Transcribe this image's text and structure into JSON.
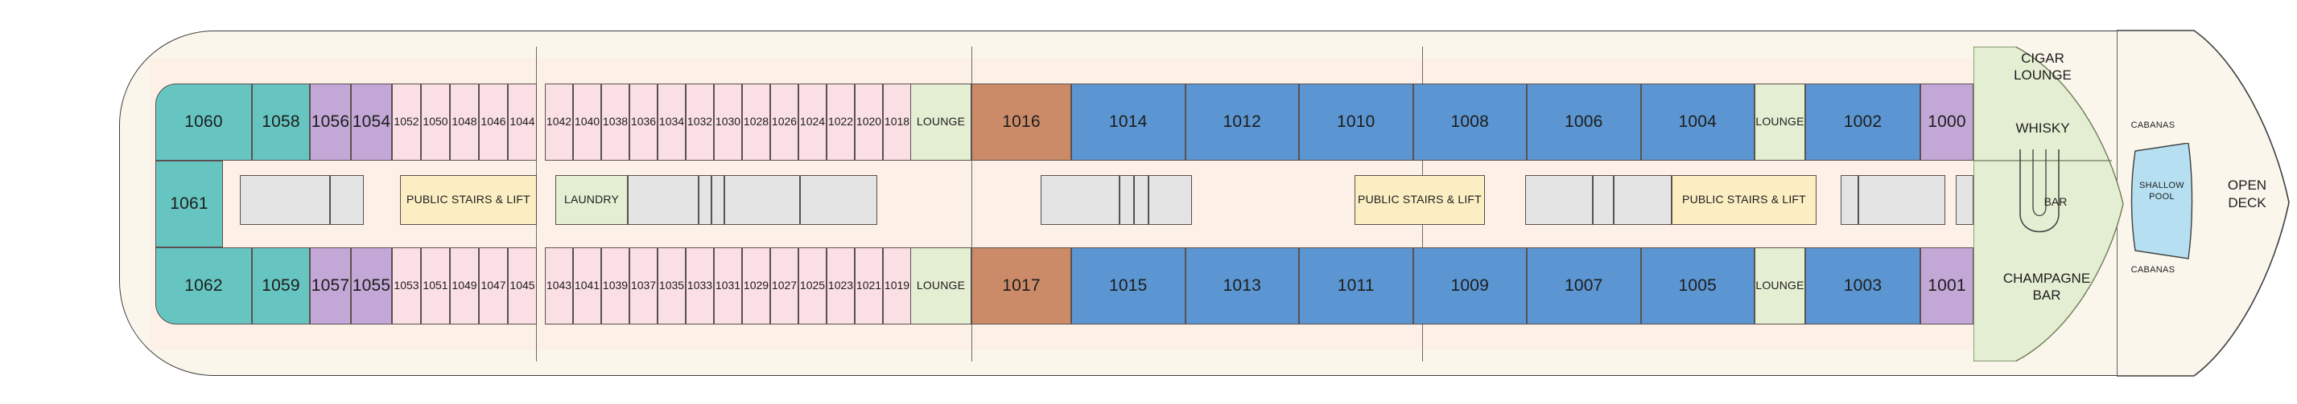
{
  "meta": {
    "title": "Deck Plan - Deck 10",
    "colors": {
      "teal": "#66c5c0",
      "purple": "#c3a8d7",
      "pink": "#fadfe4",
      "blue": "#5b96d2",
      "orange": "#cb8b68",
      "green": "#e4eed3",
      "yellow": "#fbeec2",
      "grey": "#e4e4e4",
      "hull": "#faf6ec",
      "corridor": "#fdf0e6",
      "pool": "#b6e0f2",
      "outline": "#5a5150"
    }
  },
  "port_row": {
    "suites_teal": [
      "1060",
      "1058"
    ],
    "cabins_purple": [
      "1056",
      "1054"
    ],
    "cabins_pink_a": [
      "1052",
      "1050",
      "1048",
      "1046",
      "1044"
    ],
    "cabins_pink_b": [
      "1042",
      "1040",
      "1038",
      "1036",
      "1034",
      "1032",
      "1030",
      "1028",
      "1026",
      "1024",
      "1022",
      "1020",
      "1018"
    ],
    "lounge": "LOUNGE",
    "cabin_orange": "1016",
    "cabins_blue": [
      "1014",
      "1012",
      "1010",
      "1008",
      "1006",
      "1004"
    ],
    "lounge_fwd": "LOUNGE",
    "cabin_blue_fwd": "1002",
    "cabin_purple_fwd": "1000"
  },
  "starboard_row": {
    "suites_teal": [
      "1062",
      "1059"
    ],
    "cabins_purple": [
      "1057",
      "1055"
    ],
    "cabins_pink_a": [
      "1053",
      "1051",
      "1049",
      "1047",
      "1045"
    ],
    "cabins_pink_b": [
      "1043",
      "1041",
      "1039",
      "1037",
      "1035",
      "1033",
      "1031",
      "1029",
      "1027",
      "1025",
      "1023",
      "1021",
      "1019"
    ],
    "lounge": "LOUNGE",
    "cabin_orange": "1017",
    "cabins_blue": [
      "1015",
      "1013",
      "1011",
      "1009",
      "1007",
      "1005"
    ],
    "lounge_fwd": "LOUNGE",
    "cabin_blue_fwd": "1003",
    "cabin_purple_fwd": "1001"
  },
  "aft_cabin": "1061",
  "corridor": {
    "stairs_aft": "PUBLIC STAIRS & LIFT",
    "laundry": "LAUNDRY",
    "stairs_mid": "PUBLIC STAIRS & LIFT",
    "stairs_fwd": "PUBLIC STAIRS & LIFT"
  },
  "facilities": {
    "cigar_lounge": "CIGAR LOUNGE",
    "whisky": "WHISKY",
    "bar": "BAR",
    "champagne_bar": "CHAMPAGNE BAR",
    "cabanas_upper": "CABANAS",
    "cabanas_lower": "CABANAS",
    "shallow_pool": "SHALLOW POOL",
    "open_deck": "OPEN DECK"
  }
}
